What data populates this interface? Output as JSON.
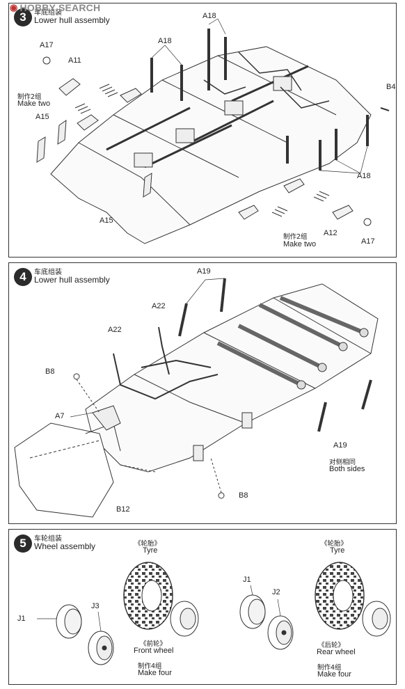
{
  "watermark": {
    "text": "HOBBY SEARCH"
  },
  "step3": {
    "number": "3",
    "title_cn": "车底组装",
    "title_en": "Lower hull assembly",
    "labels": {
      "a17_top": "A17",
      "a11": "A11",
      "a18_top": "A18",
      "a18_left": "A18",
      "b4": "B4",
      "a15_top": "A15",
      "a15_bottom": "A15",
      "a18_right": "A18",
      "a12": "A12",
      "a17_bottom": "A17"
    },
    "make_two_left_cn": "制作2组",
    "make_two_left_en": "Make two",
    "make_two_right_cn": "制作2组",
    "make_two_right_en": "Make two"
  },
  "step4": {
    "number": "4",
    "title_cn": "车底组装",
    "title_en": "Lower hull assembly",
    "labels": {
      "a19_top": "A19",
      "a22_right": "A22",
      "a22_left": "A22",
      "b8_left": "B8",
      "a7": "A7",
      "a19_bottom": "A19",
      "b8_bottom": "B8",
      "b12": "B12"
    },
    "both_sides_cn": "对侧相同",
    "both_sides_en": "Both sides"
  },
  "step5": {
    "number": "5",
    "title_cn": "车轮组装",
    "title_en": "Wheel assembly",
    "front": {
      "tyre_cn": "《轮胎》",
      "tyre_en": "Tyre",
      "j1": "J1",
      "j3": "J3",
      "name_cn": "《前轮》",
      "name_en": "Front wheel",
      "make_cn": "制作4组",
      "make_en": "Make four"
    },
    "rear": {
      "tyre_cn": "《轮胎》",
      "tyre_en": "Tyre",
      "j1": "J1",
      "j2": "J2",
      "name_cn": "《后轮》",
      "name_en": "Rear wheel",
      "make_cn": "制作4组",
      "make_en": "Make four"
    }
  }
}
